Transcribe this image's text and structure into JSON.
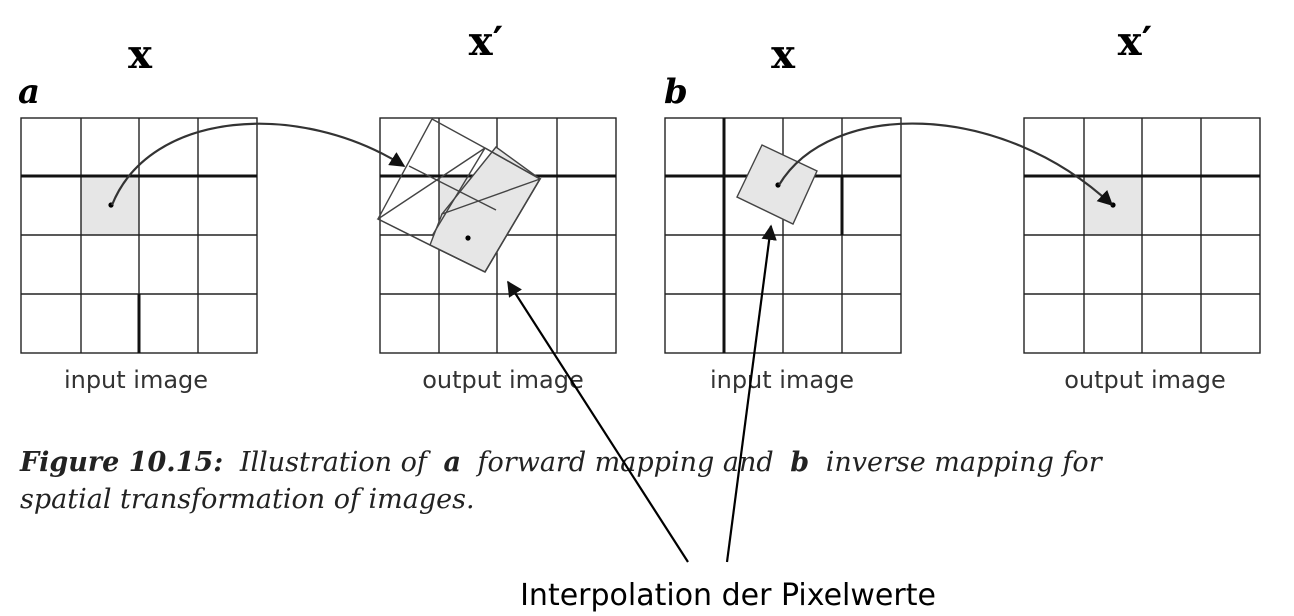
{
  "panels": {
    "a": {
      "letter": "a",
      "input_var": "x",
      "output_var": "x′",
      "input_label": "input image",
      "output_label": "output image"
    },
    "b": {
      "letter": "b",
      "input_var": "x",
      "output_var": "x′",
      "input_label": "input image",
      "output_label": "output image"
    }
  },
  "caption": {
    "figure_label": "Figure 10.15:",
    "text_1": "Illustration of",
    "bold_a": "a",
    "text_2": "forward mapping and",
    "bold_b": "b",
    "text_3": "inverse mapping for",
    "line_2": "spatial transformation of images."
  },
  "annotation": {
    "label": "Interpolation der Pixelwerte"
  }
}
